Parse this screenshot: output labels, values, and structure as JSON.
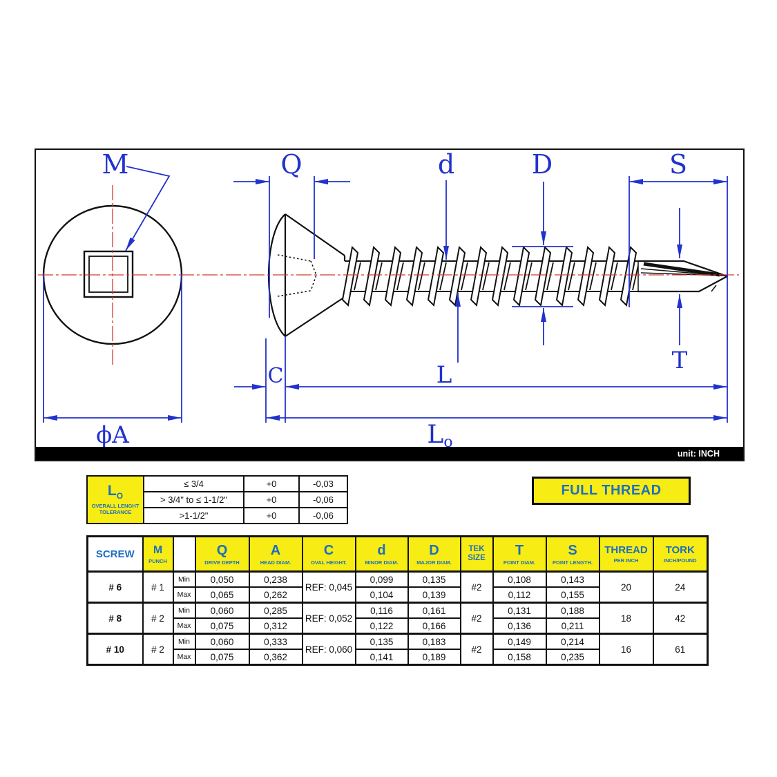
{
  "colors": {
    "dimension_blue": "#2232cc",
    "centerline_red": "#d23a2e",
    "table_yellow": "#f7ec13",
    "table_blue": "#1d6fc0",
    "line_black": "#111111"
  },
  "drawing": {
    "unit_note": "unit: INCH",
    "labels": {
      "drive_recess": "M",
      "drive_depth": "Q",
      "minor_diam": "d",
      "major_diam": "D",
      "point_length": "S",
      "point_diam": "T",
      "oval_height": "C",
      "length": "L",
      "overall_length_main": "L",
      "overall_length_sub": "o",
      "head_diam": "ϕA"
    }
  },
  "tolerance_table": {
    "symbol_main": "L",
    "symbol_sub": "O",
    "caption_line1": "OVERALL LENGHT",
    "caption_line2": "TOLERANCE",
    "rows": [
      {
        "range": "≤ 3/4",
        "plus": "+0",
        "minus": "-0,03"
      },
      {
        "range": "> 3/4\" to ≤ 1-1/2\"",
        "plus": "+0",
        "minus": "-0,06"
      },
      {
        "range": ">1-1/2\"",
        "plus": "+0",
        "minus": "-0,06"
      }
    ]
  },
  "full_thread_label": "FULL THREAD",
  "main_table": {
    "min_label": "Min",
    "max_label": "Max",
    "headers": [
      {
        "main": "SCREW",
        "sub": ""
      },
      {
        "main": "M",
        "sub": "PUNCH"
      },
      {
        "main": "",
        "sub": ""
      },
      {
        "main": "Q",
        "sub": "DRIVE DEPTH"
      },
      {
        "main": "A",
        "sub": "HEAD DIAM."
      },
      {
        "main": "C",
        "sub": "OVAL HEIGHT."
      },
      {
        "main": "d",
        "sub": "MINOR DIAM."
      },
      {
        "main": "D",
        "sub": "MAJOR DIAM."
      },
      {
        "main": "TEK",
        "sub": "SIZE"
      },
      {
        "main": "T",
        "sub": "POINT DIAM."
      },
      {
        "main": "S",
        "sub": "POINT LENGTH."
      },
      {
        "main": "THREAD",
        "sub": "PER INCH"
      },
      {
        "main": "TORK",
        "sub": "INCH/POUND"
      }
    ],
    "rows": [
      {
        "screw": "# 6",
        "punch": "# 1",
        "c_ref": "REF: 0,045",
        "tek": "#2",
        "thread": "20",
        "tork": "24",
        "min": {
          "q": "0,050",
          "a": "0,238",
          "d": "0,099",
          "D": "0,135",
          "t": "0,108",
          "s": "0,143"
        },
        "max": {
          "q": "0,065",
          "a": "0,262",
          "d": "0,104",
          "D": "0,139",
          "t": "0,112",
          "s": "0,155"
        }
      },
      {
        "screw": "# 8",
        "punch": "# 2",
        "c_ref": "REF: 0,052",
        "tek": "#2",
        "thread": "18",
        "tork": "42",
        "min": {
          "q": "0,060",
          "a": "0,285",
          "d": "0,116",
          "D": "0,161",
          "t": "0,131",
          "s": "0,188"
        },
        "max": {
          "q": "0,075",
          "a": "0,312",
          "d": "0,122",
          "D": "0,166",
          "t": "0,136",
          "s": "0,211"
        }
      },
      {
        "screw": "# 10",
        "punch": "# 2",
        "c_ref": "REF: 0,060",
        "tek": "#2",
        "thread": "16",
        "tork": "61",
        "min": {
          "q": "0,060",
          "a": "0,333",
          "d": "0,135",
          "D": "0,183",
          "t": "0,149",
          "s": "0,214"
        },
        "max": {
          "q": "0,075",
          "a": "0,362",
          "d": "0,141",
          "D": "0,189",
          "t": "0,158",
          "s": "0,235"
        }
      }
    ]
  }
}
